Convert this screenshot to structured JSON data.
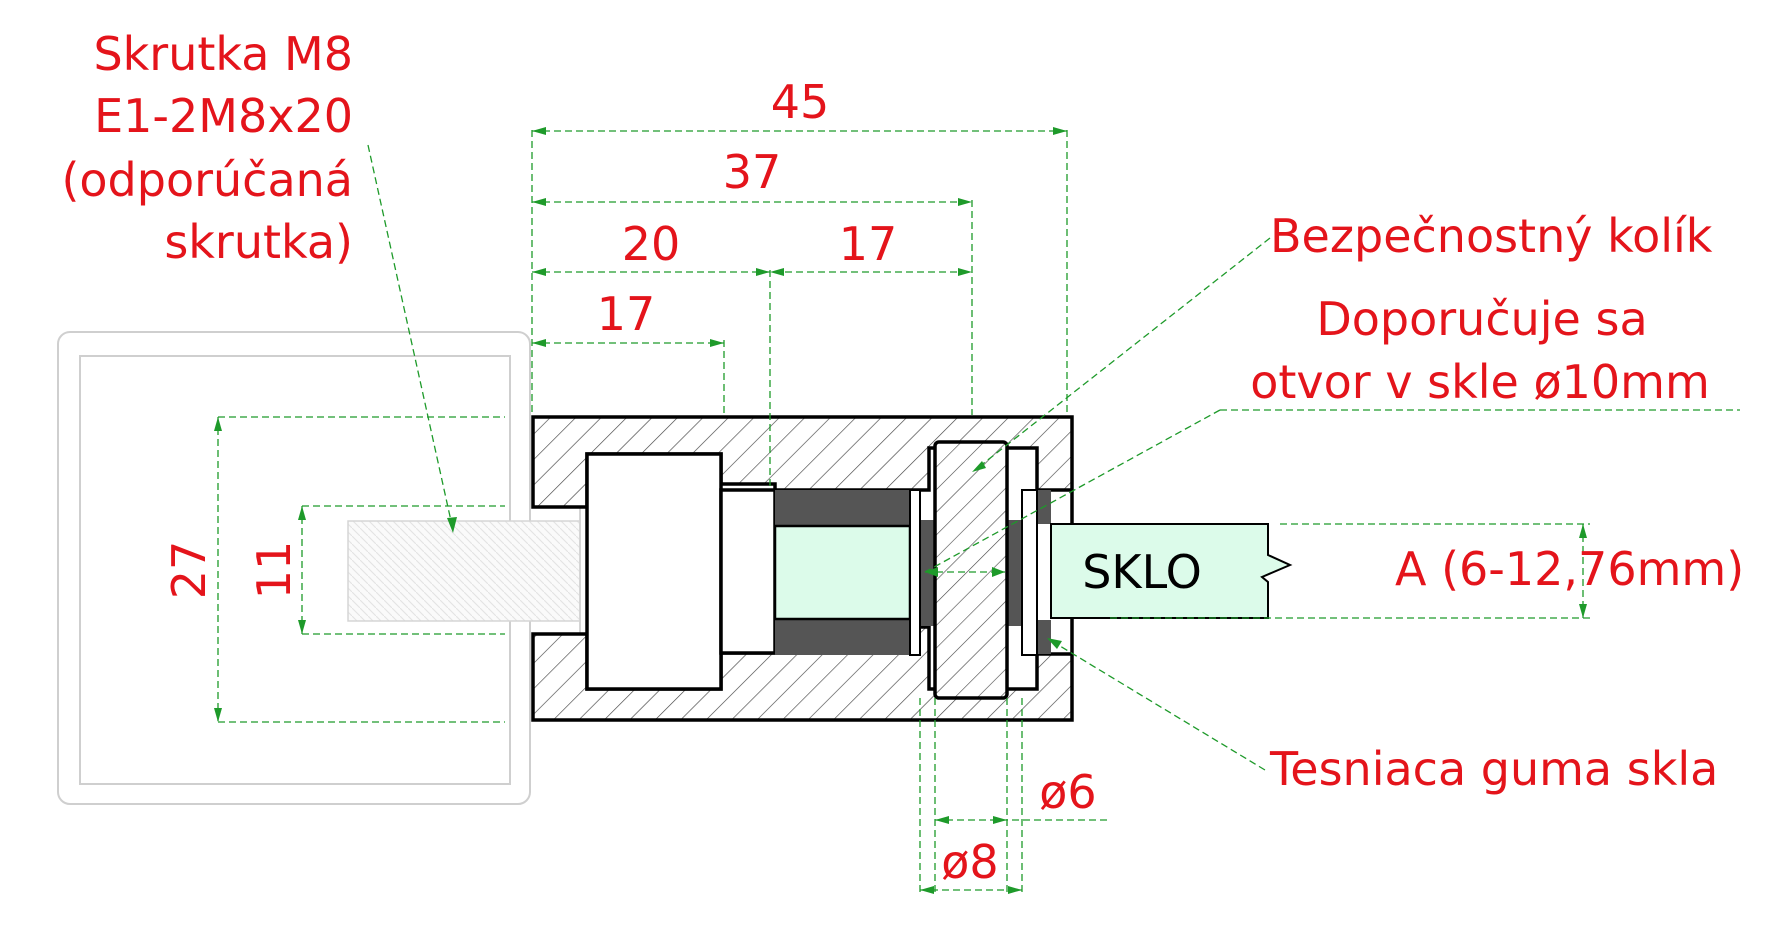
{
  "labels": {
    "screw_line1": "Skrutka M8",
    "screw_line2": "E1-2M8x20",
    "screw_line3": "(odporúčaná",
    "screw_line4": "skrutka)",
    "safety_pin": "Bezpečnostný kolík",
    "recommend_line1": "Doporučuje sa",
    "recommend_line2": "otvor v skle ø10mm",
    "glass": "SKLO",
    "thickness": "A (6-12,76mm)",
    "gasket": "Tesniaca guma skla"
  },
  "dimensions": {
    "total_length": "45",
    "length_37": "37",
    "length_20": "20",
    "length_17_upper": "17",
    "length_17_lower": "17",
    "height_27": "27",
    "height_11": "11",
    "pin_dia_6": "ø6",
    "pin_dia_8": "ø8"
  },
  "colors": {
    "label_red": "#e4141b",
    "dimension_green": "#1e9a2a",
    "glass_fill": "#dcfbea",
    "rubber_gray": "#555555"
  }
}
